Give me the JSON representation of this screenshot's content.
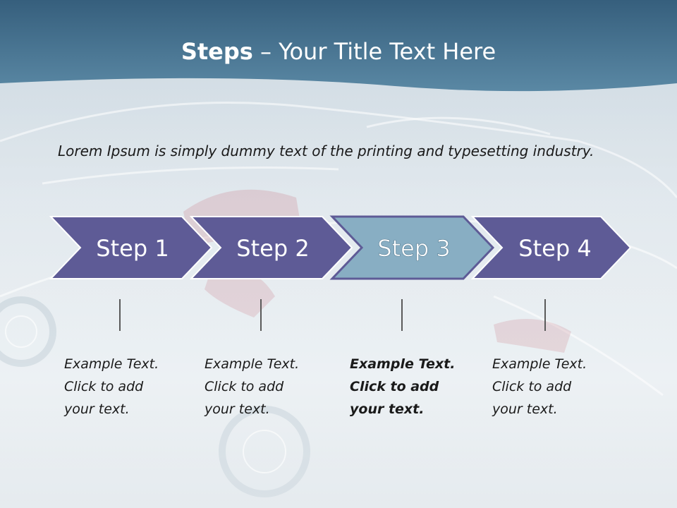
{
  "title": {
    "bold": "Steps",
    "rest": " – Your Title Text Here"
  },
  "intro": "Lorem Ipsum is simply dummy text of the printing and typesetting industry.",
  "steps": [
    {
      "label": "Step 1",
      "lines": [
        "Example Text.",
        "Click  to add",
        "your text."
      ],
      "highlight": false
    },
    {
      "label": "Step 2",
      "lines": [
        "Example Text.",
        "Click  to add",
        "your text."
      ],
      "highlight": false
    },
    {
      "label": "Step 3",
      "lines": [
        "Example Text.",
        "Click  to add",
        "your text."
      ],
      "highlight": true
    },
    {
      "label": "Step 4",
      "lines": [
        "Example Text.",
        "Click  to add",
        "your text."
      ],
      "highlight": false
    }
  ],
  "colors": {
    "header": "#4c7995",
    "chevron": "#5e5b96",
    "chevron_highlight": "#88aec3",
    "connector": "#5a5a5a"
  }
}
